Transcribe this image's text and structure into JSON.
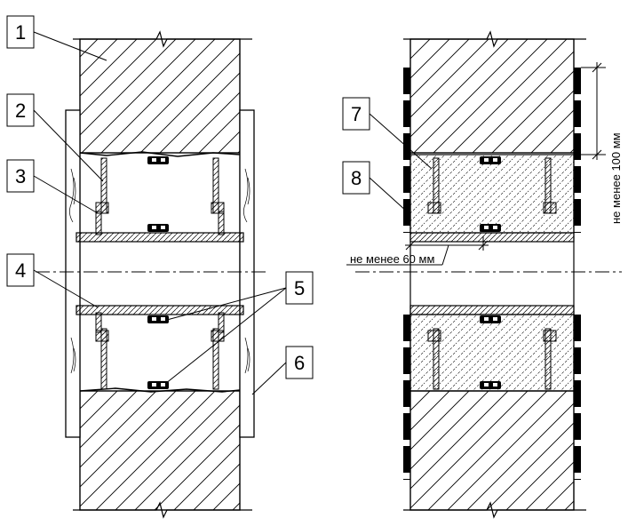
{
  "callouts": {
    "c1": "1",
    "c2": "2",
    "c3": "3",
    "c4": "4",
    "c5": "5",
    "c6": "6",
    "c7": "7",
    "c8": "8"
  },
  "dimensions": {
    "min_100": "не менее 100 мм",
    "min_60": "не менее 60 мм"
  },
  "colors": {
    "line": "#000000",
    "background": "#ffffff"
  }
}
